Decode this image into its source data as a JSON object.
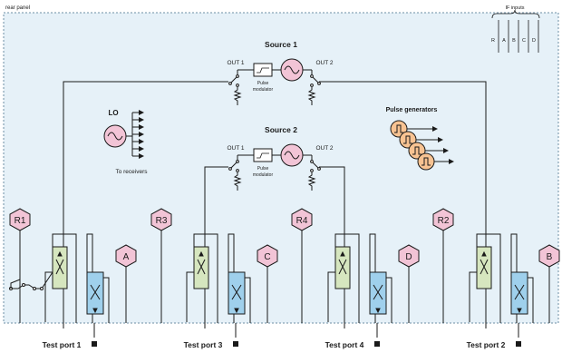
{
  "labels": {
    "rear_panel": "rear panel",
    "if_inputs": "IF inputs",
    "if_letters": [
      "R",
      "A",
      "B",
      "C",
      "D"
    ],
    "source1": "Source 1",
    "source2": "Source 2",
    "out1": "OUT 1",
    "out2": "OUT 2",
    "pulse_mod_line1": "Pulse",
    "pulse_mod_line2": "modulator",
    "lo": "LO",
    "to_receivers": "To receivers",
    "pulse_generators": "Pulse generators",
    "receivers": [
      "R1",
      "R3",
      "R4",
      "R2"
    ],
    "channels": [
      "A",
      "C",
      "D",
      "B"
    ],
    "test_ports": [
      "Test port 1",
      "Test port 3",
      "Test port 4",
      "Test port 2"
    ]
  },
  "colors": {
    "panel_fill": "#e6f1f8",
    "panel_border": "#6e8fa5",
    "receiver_hex": "#f2c4d6",
    "source_coupler": "#d6e6bf",
    "test_coupler": "#9fd0ec",
    "pulse_generator": "#f8c392",
    "wire": "#1a1a1a"
  }
}
